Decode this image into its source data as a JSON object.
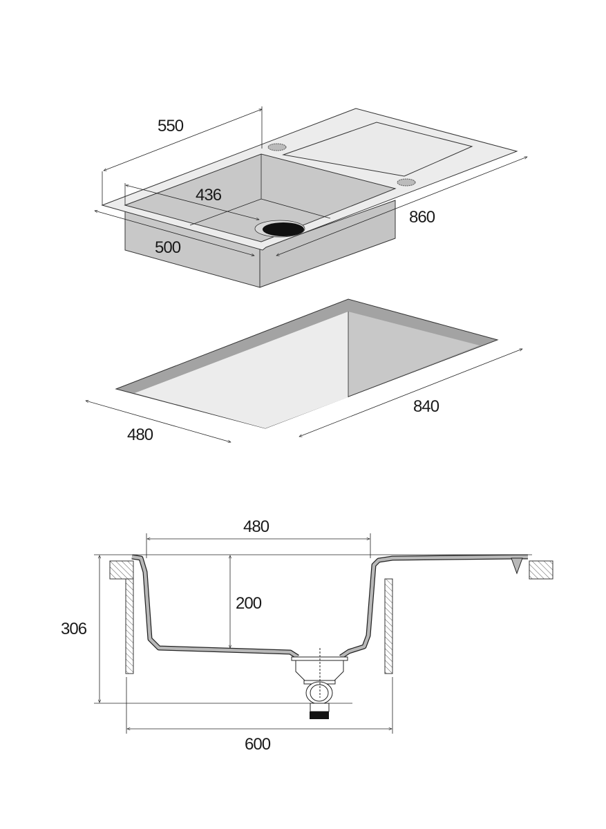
{
  "iso_sink": {
    "dims": {
      "overall_depth": "550",
      "bowl_width": "436",
      "bowl_depth": "500",
      "overall_length": "860"
    }
  },
  "cutout": {
    "dims": {
      "width": "480",
      "length": "840"
    }
  },
  "section": {
    "dims": {
      "bowl_width": "480",
      "bowl_depth": "200",
      "total_height": "306",
      "cabinet_width": "600"
    }
  },
  "colors": {
    "surface": "#ececec",
    "body": "#c8c8c8",
    "rim": "#a3a3a3",
    "drain": "#111111"
  }
}
